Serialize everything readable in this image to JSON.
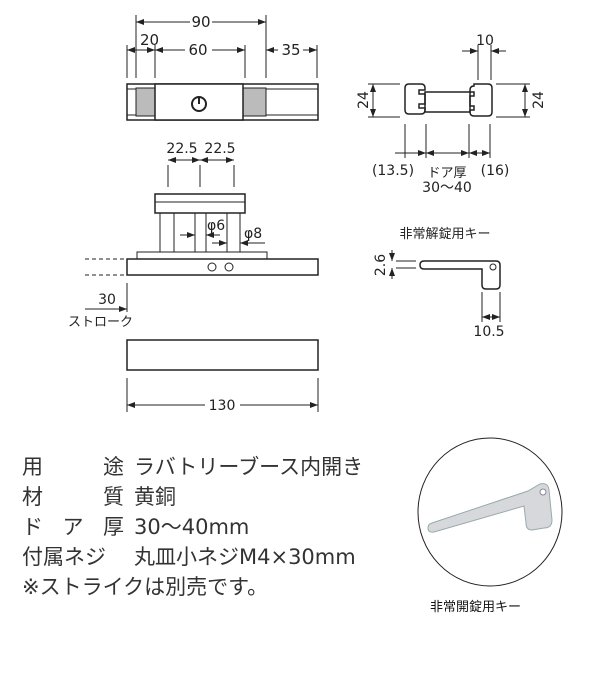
{
  "drawing": {
    "top_view": {
      "overall": "90",
      "left_offset": "20",
      "center": "60",
      "right_extension": "35"
    },
    "side_view": {
      "pitch_left": "22.5",
      "pitch_right": "22.5",
      "pin_small": "φ6",
      "pin_large": "φ8",
      "stroke_value": "30",
      "stroke_label": "ストローク"
    },
    "bottom_view": {
      "length": "130"
    },
    "door_section": {
      "top_width": "10",
      "height_left": "24",
      "height_right": "24",
      "left_offset": "(13.5)",
      "door_label": "ドア厚",
      "door_range": "30〜40",
      "right_offset": "(16)"
    },
    "key_detail": {
      "title": "非常解錠用キー",
      "thickness": "2.6",
      "width": "10.5"
    }
  },
  "specs": [
    {
      "label_chars": [
        "用",
        "途"
      ],
      "value": "ラバトリーブース内開き"
    },
    {
      "label_chars": [
        "材",
        "質"
      ],
      "value": "黄銅"
    },
    {
      "label_chars": [
        "ド",
        "ア",
        "厚"
      ],
      "value": "30〜40mm"
    },
    {
      "label_chars": [
        "付属ネジ"
      ],
      "value": "丸皿小ネジM4×30mm"
    }
  ],
  "note": "※ストライクは別売です。",
  "photo_caption": "非常開錠用キー"
}
